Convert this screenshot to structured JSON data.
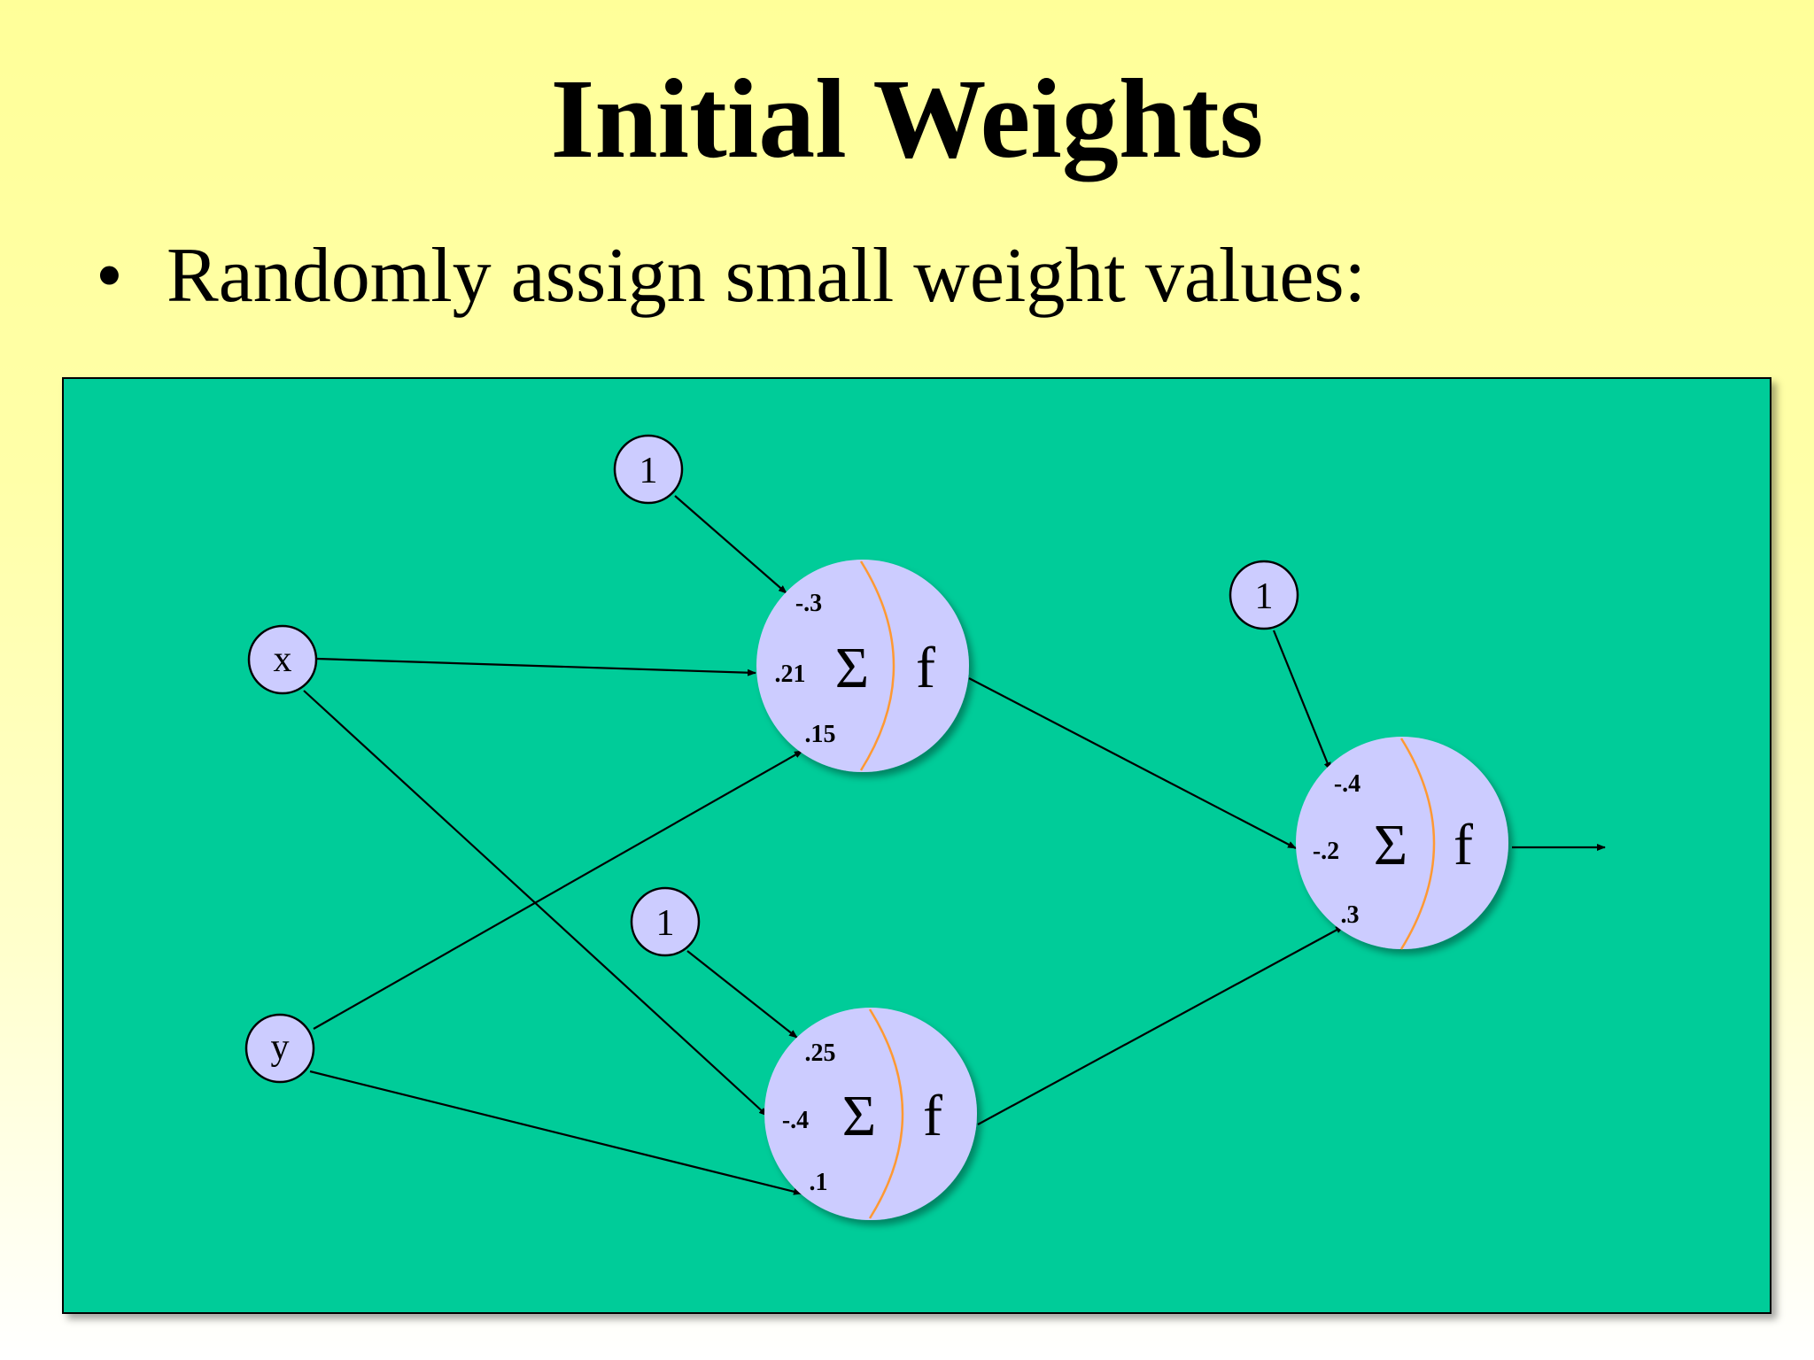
{
  "slide": {
    "title": "Initial Weights",
    "bullet_marker": "•",
    "bullet": "Randomly assign small weight values:"
  },
  "diagram": {
    "inputs": {
      "x": "x",
      "y": "y",
      "bias_hidden_top": "1",
      "bias_hidden_bottom": "1",
      "bias_output": "1"
    },
    "neurons": {
      "hidden_top": {
        "sum_symbol": "Σ",
        "activation": "f",
        "weights": {
          "bias": "-.3",
          "x": ".21",
          "y": ".15"
        }
      },
      "hidden_bottom": {
        "sum_symbol": "Σ",
        "activation": "f",
        "weights": {
          "bias": ".25",
          "x": "-.4",
          "y": ".1"
        }
      },
      "output": {
        "sum_symbol": "Σ",
        "activation": "f",
        "weights": {
          "bias": "-.4",
          "hidden_top": "-.2",
          "hidden_bottom": ".3"
        }
      }
    },
    "colors": {
      "panel_bg": "#00cc99",
      "neuron_fill": "#ccccff",
      "divider": "#ff9933"
    }
  }
}
